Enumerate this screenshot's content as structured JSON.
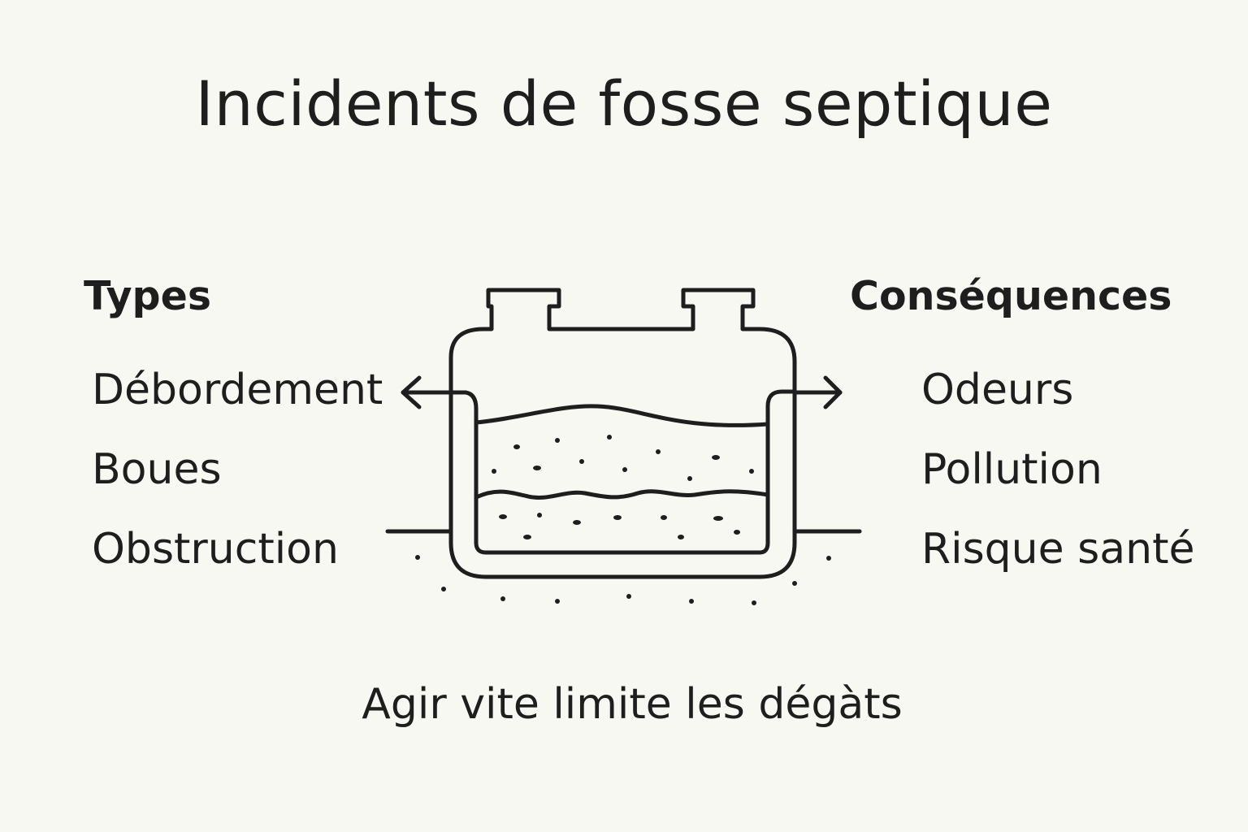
{
  "title": "Incidents de fosse septique",
  "types": {
    "heading": "Types",
    "items": [
      "Débordement",
      "Boues",
      "Obstruction"
    ]
  },
  "consequences": {
    "heading": "Conséquences",
    "items": [
      "Odeurs",
      "Pollution",
      "Risque santé"
    ]
  },
  "footer": "Agir vite limite les dégàts"
}
